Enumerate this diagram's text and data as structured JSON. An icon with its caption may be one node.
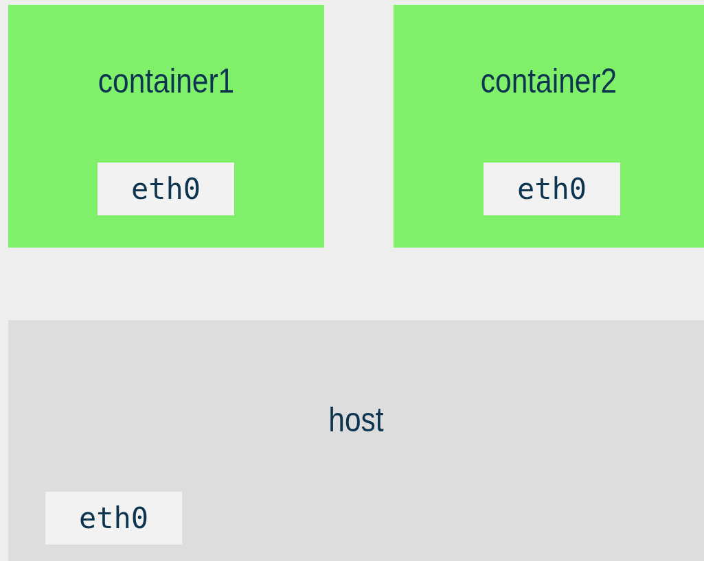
{
  "diagram": {
    "nodes": [
      {
        "text": [
          "container1"
        ]
      },
      {
        "text": [
          "eth0"
        ],
        "in": 0
      },
      {
        "text": [
          "container2"
        ]
      },
      {
        "text": [
          "eth0"
        ],
        "in": 2
      },
      {
        "text": [
          "host"
        ]
      },
      {
        "text": [
          "eth0"
        ],
        "in": 4
      }
    ]
  }
}
